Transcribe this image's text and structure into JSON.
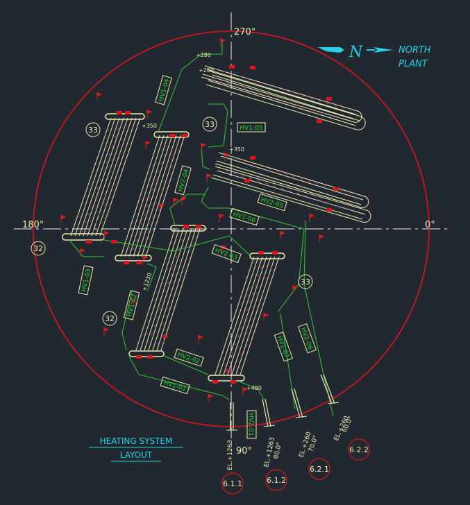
{
  "drawing": {
    "title_line1": "HEATING SYSTEM",
    "title_line2": "LAYOUT",
    "north_letter": "N",
    "north_label_1": "NORTH",
    "north_label_2": "PLANT"
  },
  "angles": {
    "a0": "0°",
    "a90": "90°",
    "a180": "180°",
    "a270": "270°"
  },
  "zone_markers": [
    "33",
    "33",
    "32",
    "32",
    "33"
  ],
  "line_tags": [
    "HV1-04",
    "HV1-05",
    "HV2-04",
    "HV2-05",
    "HV1-06",
    "HV2-03",
    "HV1-03",
    "HV1-02",
    "HV2-02",
    "HV1-01",
    "HV1-07",
    "HV2-06",
    "HV2-01"
  ],
  "elevations": [
    "+280",
    "+280",
    "+350",
    "+350",
    "+1230",
    "+480"
  ],
  "outlets": [
    {
      "ref": "6.1.1",
      "el": "EL.+1263",
      "angle": ""
    },
    {
      "ref": "6.1.2",
      "el": "EL.+1263",
      "angle": "80.0°"
    },
    {
      "ref": "6.2.1",
      "el": "EL.+260",
      "angle": "70.0°"
    },
    {
      "ref": "6.2.2",
      "el": "EL.+260",
      "angle": "60.0°"
    }
  ],
  "colors": {
    "background": "#212830",
    "circle": "#e0141c",
    "tag": "#27d427",
    "coil": "#eeeeb0",
    "coil_accent": "#e01cc8",
    "pipe": "#35c935",
    "axis": "#f0f0f0",
    "cyan": "#26d2e6"
  }
}
